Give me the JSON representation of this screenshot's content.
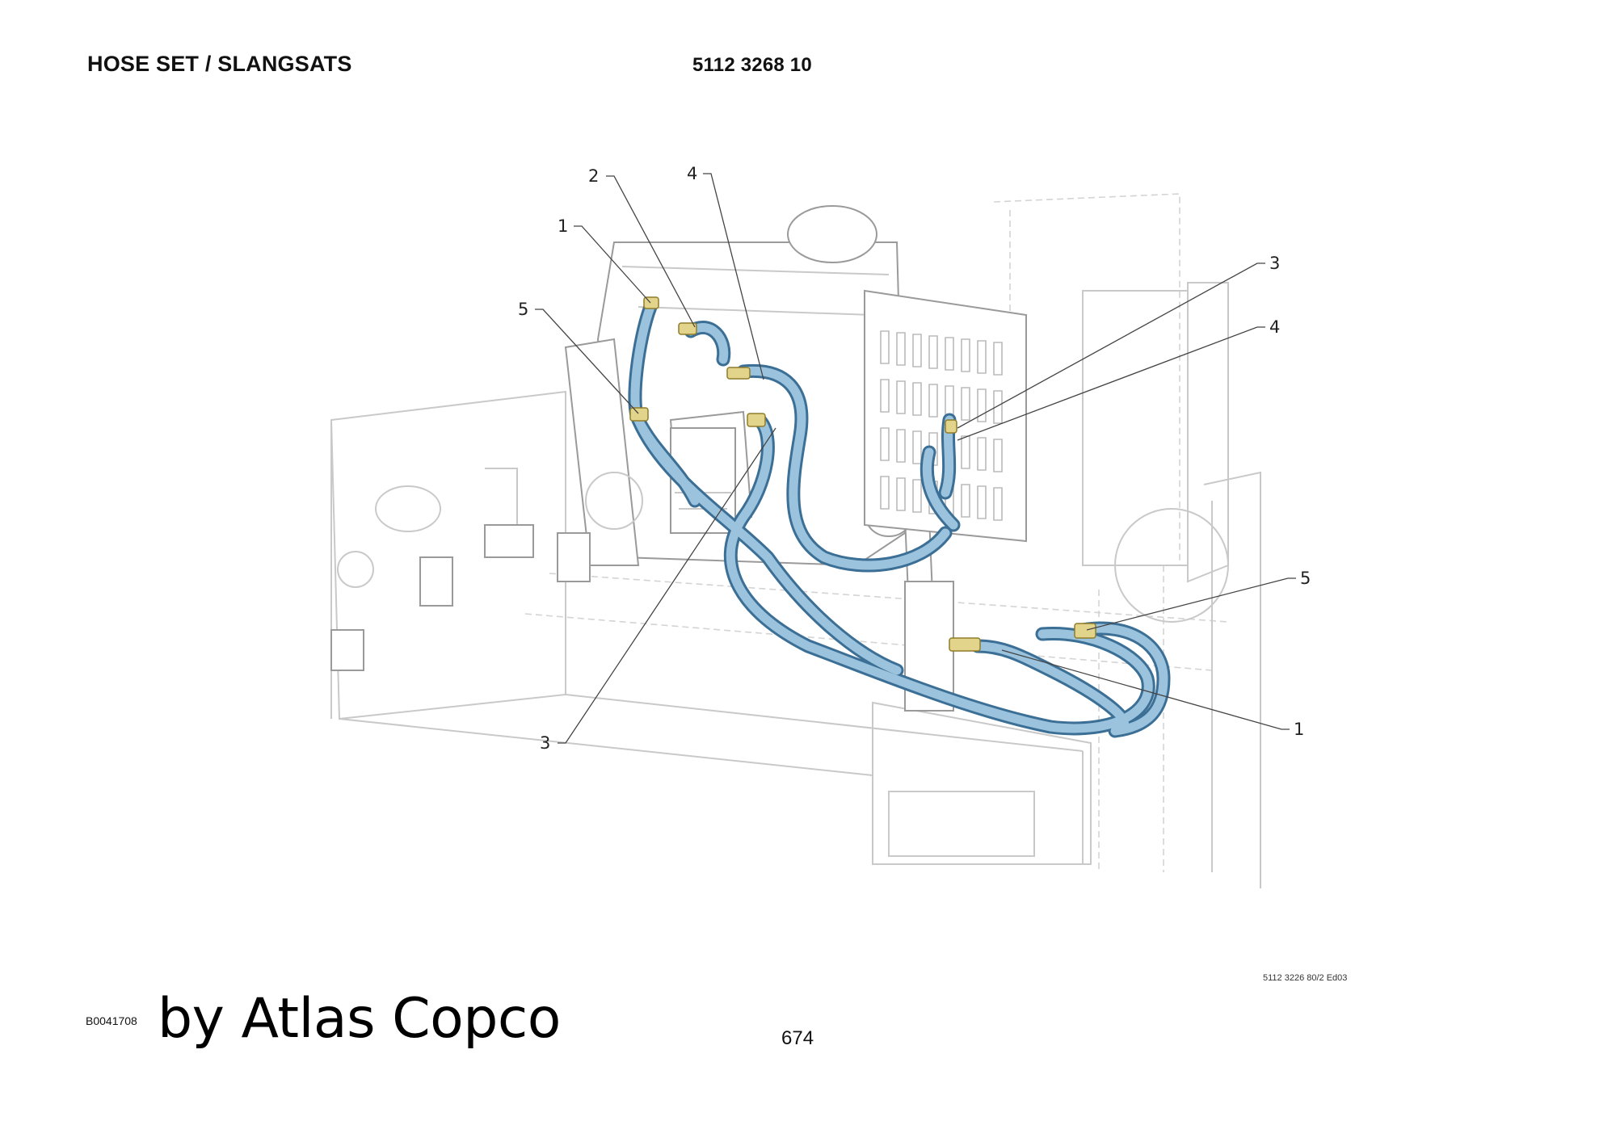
{
  "header": {
    "title": "HOSE SET / SLANGSATS",
    "part_number": "5112 3268 10"
  },
  "diagram": {
    "callouts": [
      "2",
      "4",
      "1",
      "5",
      "3",
      "4",
      "5",
      "1",
      "3"
    ],
    "drawing_ref": "5112 3226 80/2 Ed03"
  },
  "footer": {
    "image_code": "B0041708",
    "credit": "by Atlas Copco",
    "page_number": "674"
  },
  "colors": {
    "hose": "#8fbcd9",
    "fitting": "#e2d48a"
  }
}
